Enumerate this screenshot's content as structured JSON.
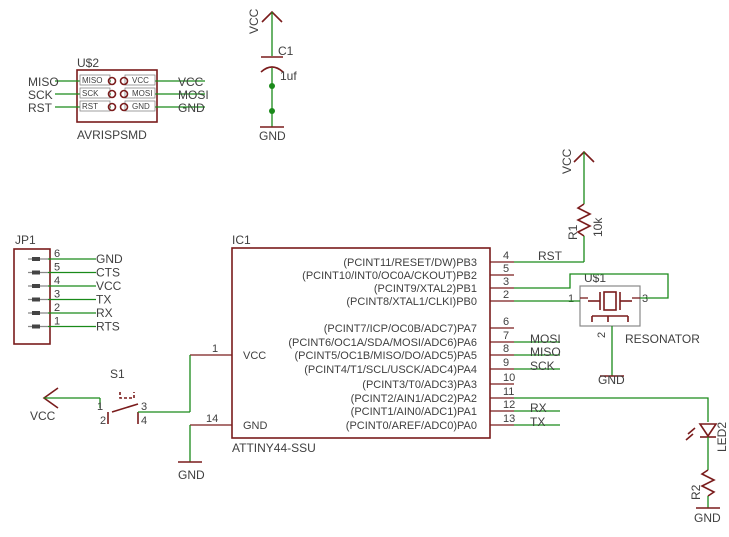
{
  "c1": {
    "supply": "VCC",
    "ref": "C1",
    "value": "1uf",
    "ground": "GND"
  },
  "u2": {
    "ref": "U$2",
    "name": "AVRISPSMD",
    "left_nets": [
      "MISO",
      "SCK",
      "RST"
    ],
    "right_nets": [
      "VCC",
      "MOSI",
      "GND"
    ],
    "left_pins": [
      "MISO",
      "SCK",
      "RST"
    ],
    "right_pins": [
      "VCC",
      "MOSI",
      "GND"
    ]
  },
  "r1": {
    "supply": "VCC",
    "ref": "R1",
    "value": "10k",
    "net": "RST"
  },
  "jp1": {
    "ref": "JP1",
    "pins": [
      {
        "num": "6",
        "net": "GND"
      },
      {
        "num": "5",
        "net": "CTS"
      },
      {
        "num": "4",
        "net": "VCC"
      },
      {
        "num": "3",
        "net": "TX"
      },
      {
        "num": "2",
        "net": "RX"
      },
      {
        "num": "1",
        "net": "RTS"
      }
    ]
  },
  "ic1": {
    "ref": "IC1",
    "name": "ATTINY44-SSU",
    "vcc_label": "VCC",
    "gnd_label": "GND",
    "vcc_pin": "1",
    "gnd_pin": "14",
    "right_pins": [
      {
        "num": "4",
        "label": "(PCINT11/RESET/DW)PB3",
        "net": "RST"
      },
      {
        "num": "5",
        "label": "(PCINT10/INT0/OC0A/CKOUT)PB2",
        "net": ""
      },
      {
        "num": "3",
        "label": "(PCINT9/XTAL2)PB1",
        "net": ""
      },
      {
        "num": "2",
        "label": "(PCINT8/XTAL1/CLKI)PB0",
        "net": ""
      },
      {
        "num": "6",
        "label": "(PCINT7/ICP/OC0B/ADC7)PA7",
        "net": ""
      },
      {
        "num": "7",
        "label": "(PCINT6/OC1A/SDA/MOSI/ADC6)PA6",
        "net": "MOSI"
      },
      {
        "num": "8",
        "label": "(PCINT5/OC1B/MISO/DO/ADC5)PA5",
        "net": "MISO"
      },
      {
        "num": "9",
        "label": "(PCINT4/T1/SCL/USCK/ADC4)PA4",
        "net": "SCK"
      },
      {
        "num": "10",
        "label": "(PCINT3/T0/ADC3)PA3",
        "net": ""
      },
      {
        "num": "11",
        "label": "(PCINT2/AIN1/ADC2)PA2",
        "net": ""
      },
      {
        "num": "12",
        "label": "(PCINT1/AIN0/ADC1)PA1",
        "net": "RX"
      },
      {
        "num": "13",
        "label": "(PCINT0/AREF/ADC0)PA0",
        "net": "TX"
      }
    ]
  },
  "u1": {
    "ref": "U$1",
    "name": "RESONATOR",
    "pin1": "1",
    "pin2": "2",
    "pin3": "3",
    "ground": "GND"
  },
  "s1": {
    "ref": "S1",
    "supply": "VCC",
    "pins": [
      "1",
      "2",
      "3",
      "4"
    ],
    "ground": "GND"
  },
  "led2": {
    "ref": "LED2",
    "r_ref": "R2",
    "ground": "GND"
  }
}
